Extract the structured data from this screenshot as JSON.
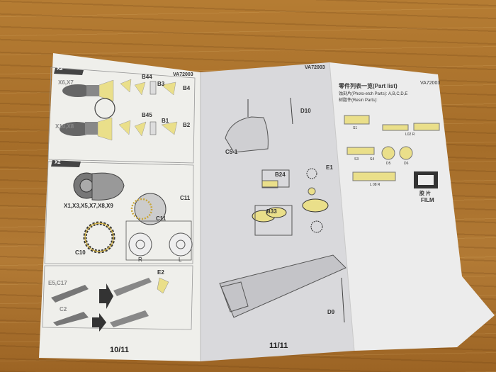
{
  "page_left": {
    "code": "VA72003",
    "x_labels": [
      "X2",
      "X2"
    ],
    "parts_top": [
      "B44",
      "B3",
      "B4",
      "B45",
      "B1",
      "B2"
    ],
    "row_labels": [
      "X6,X7",
      "X10,X8"
    ],
    "engine_label": "X1,X3,X5,X7,X8,X9",
    "c_labels": [
      "C11",
      "C11",
      "C10"
    ],
    "rl": [
      "R",
      "L"
    ],
    "gun_labels": [
      "E5,C17",
      "C2",
      "E2"
    ],
    "page_number": "10/11"
  },
  "page_middle": {
    "code": "VA72003",
    "labels": [
      "D10",
      "C5-1",
      "E1",
      "B24",
      "B33",
      "D9"
    ],
    "page_number": "11/11"
  },
  "page_right": {
    "code": "VA72003",
    "title": "零件列表一览(Part list)",
    "line1": "蚀刻片(Photo-etch Parts): A,B,C,D,E",
    "line2": "树脂件(Resin Parts):",
    "part_codes": [
      "S1",
      "L02 R",
      "S3",
      "S4",
      "D5",
      "D6",
      "L 08 R"
    ],
    "film_cn": "胶 片",
    "film_en": "FILM"
  }
}
